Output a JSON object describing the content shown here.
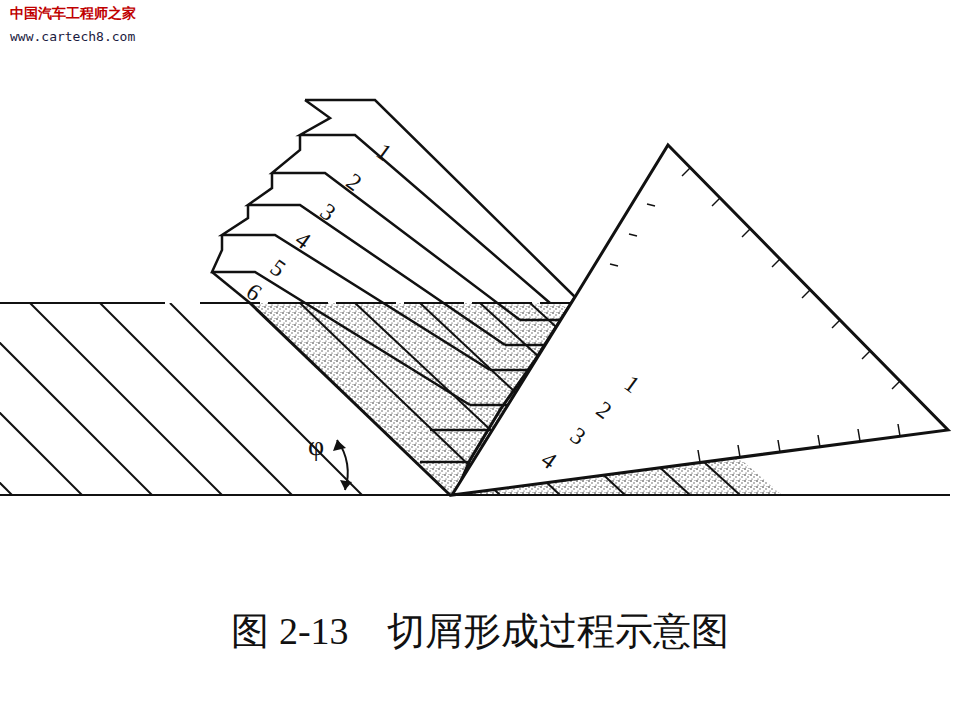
{
  "diagram": {
    "caption": "图 2-13　切屑形成过程示意图",
    "labels": [
      "中国汽车工程师之家",
      "www.cartech8.com",
      "1",
      "2",
      "3",
      "4",
      "5",
      "6",
      "1",
      "2",
      "3",
      "4",
      "φ"
    ]
  }
}
